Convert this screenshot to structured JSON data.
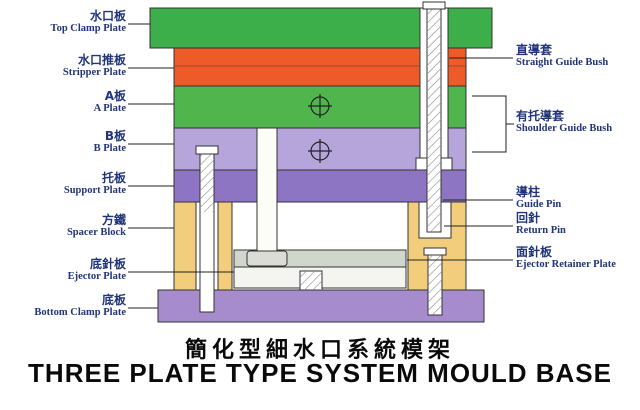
{
  "title": {
    "chinese": "簡化型細水口系統模架",
    "english": "THREE PLATE TYPE SYSTEM MOULD BASE"
  },
  "left_labels": [
    {
      "cn": "水口板",
      "en": "Top Clamp Plate"
    },
    {
      "cn": "水口推板",
      "en": "Stripper Plate"
    },
    {
      "cn": "A板",
      "en": "A Plate"
    },
    {
      "cn": "B板",
      "en": "B Plate"
    },
    {
      "cn": "托板",
      "en": "Support Plate"
    },
    {
      "cn": "方鐵",
      "en": "Spacer Block"
    },
    {
      "cn": "底針板",
      "en": "Ejector Plate"
    },
    {
      "cn": "底板",
      "en": "Bottom Clamp Plate"
    }
  ],
  "right_labels": [
    {
      "cn": "直導套",
      "en": "Straight Guide Bush"
    },
    {
      "cn": "有托導套",
      "en": "Shoulder Guide Bush"
    },
    {
      "cn": "導柱",
      "en": "Guide Pin"
    },
    {
      "cn": "回針",
      "en": "Return Pin"
    },
    {
      "cn": "面針板",
      "en": "Ejector Retainer Plate"
    }
  ],
  "colors": {
    "top_clamp": "#3cae4a",
    "stripper": "#ef5b28",
    "a_plate": "#51b54d",
    "b_plate": "#b6a5da",
    "support_plate": "#8d75c4",
    "spacer": "#f2ce7c",
    "bottom_clamp": "#a68ccd",
    "ejector_retainer": "#cfd6cb",
    "ejector": "#f4f4f0",
    "label_text": "#213579",
    "title_text": "#0a0a0a"
  }
}
